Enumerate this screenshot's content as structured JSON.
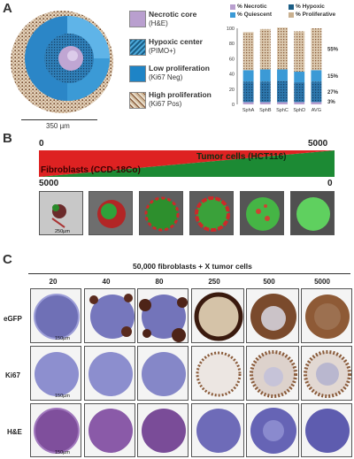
{
  "panel_a": {
    "letter": "A",
    "scale": "350 µm",
    "legend": [
      {
        "bold": "Necrotic core",
        "sub": "(H&E)"
      },
      {
        "bold": "Hypoxic center",
        "sub": "(PIMO+)"
      },
      {
        "bold": "Low proliferation",
        "sub": "(Ki67 Neg)"
      },
      {
        "bold": "High proliferation",
        "sub": "(Ki67 Pos)"
      }
    ],
    "chart_legend": [
      "% Necrotic",
      "% Hypoxic",
      "% Quiescent",
      "% Proliferative"
    ],
    "colors": {
      "necrotic": "#b99fcf",
      "hypoxic": "#1b5e86",
      "quiescent": "#3b9ad6",
      "proliferative": "#c9b08f"
    }
  },
  "chart_data": {
    "type": "bar",
    "stacked": true,
    "categories": [
      "SphA",
      "SphB",
      "SphC",
      "SphD",
      "AVG"
    ],
    "ylim": [
      0,
      100
    ],
    "yticks": [
      "0",
      "20",
      "40",
      "60",
      "80",
      "100"
    ],
    "series": [
      {
        "name": "% Necrotic",
        "values": [
          3,
          3,
          3,
          3,
          3
        ]
      },
      {
        "name": "% Hypoxic",
        "values": [
          27,
          27,
          28,
          26,
          27
        ]
      },
      {
        "name": "% Quiescent",
        "values": [
          15,
          16,
          15,
          14,
          15
        ]
      },
      {
        "name": "% Proliferative",
        "values": [
          50,
          53,
          55,
          53,
          55
        ]
      }
    ],
    "right_labels": [
      "55%",
      "15%",
      "27%",
      "3%"
    ]
  },
  "panel_b": {
    "letter": "B",
    "top_left": "0",
    "top_right": "5000",
    "fibroblasts": "Fibroblasts (CCD-18Co)",
    "tumor": "Tumor cells (HCT116)",
    "bottom_left": "5000",
    "bottom_right": "0",
    "scale": "250µm"
  },
  "panel_c": {
    "letter": "C",
    "title": "50,000 fibroblasts + X tumor cells",
    "columns": [
      "20",
      "40",
      "80",
      "250",
      "500",
      "5000"
    ],
    "rows": [
      "eGFP",
      "Ki67",
      "H&E"
    ],
    "scale": "150µm"
  }
}
